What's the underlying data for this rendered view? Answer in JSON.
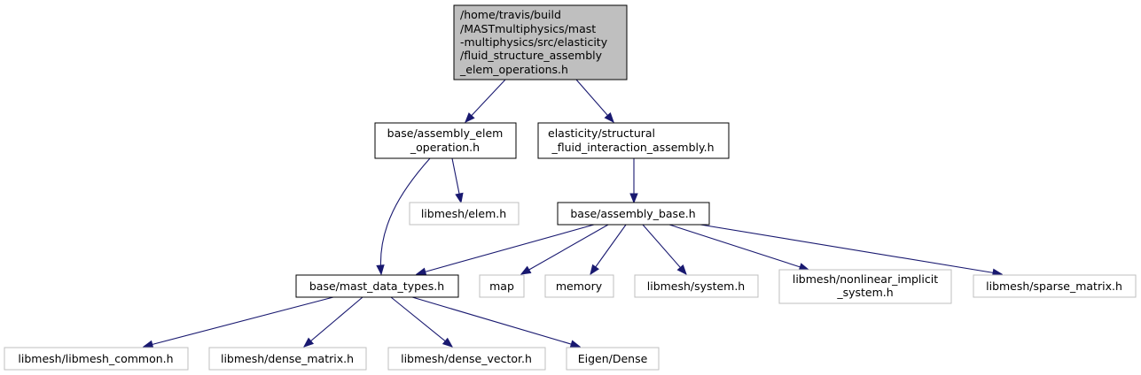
{
  "colors": {
    "edge": "#191970",
    "main_fill": "#bfbfbf",
    "local_border": "#000000",
    "external_border": "#bfbfbf"
  },
  "nodes": {
    "fluid_structure_assembly": {
      "lines": [
        "/home/travis/build",
        "/MASTmultiphysics/mast",
        "-multiphysics/src/elasticity",
        "/fluid_structure_assembly",
        "_elem_operations.h"
      ]
    },
    "assembly_elem_operation": {
      "lines": [
        "base/assembly_elem",
        "_operation.h"
      ]
    },
    "structural_fluid_interaction_assembly": {
      "lines": [
        "elasticity/structural",
        "_fluid_interaction_assembly.h"
      ]
    },
    "libmesh_elem": {
      "lines": [
        "libmesh/elem.h"
      ]
    },
    "assembly_base": {
      "lines": [
        "base/assembly_base.h"
      ]
    },
    "mast_data_types": {
      "lines": [
        "base/mast_data_types.h"
      ]
    },
    "map": {
      "lines": [
        "map"
      ]
    },
    "memory": {
      "lines": [
        "memory"
      ]
    },
    "libmesh_system": {
      "lines": [
        "libmesh/system.h"
      ]
    },
    "libmesh_nonlinear_implicit_system": {
      "lines": [
        "libmesh/nonlinear_implicit",
        "_system.h"
      ]
    },
    "libmesh_sparse_matrix": {
      "lines": [
        "libmesh/sparse_matrix.h"
      ]
    },
    "libmesh_libmesh_common": {
      "lines": [
        "libmesh/libmesh_common.h"
      ]
    },
    "libmesh_dense_matrix": {
      "lines": [
        "libmesh/dense_matrix.h"
      ]
    },
    "libmesh_dense_vector": {
      "lines": [
        "libmesh/dense_vector.h"
      ]
    },
    "eigen_dense": {
      "lines": [
        "Eigen/Dense"
      ]
    }
  }
}
